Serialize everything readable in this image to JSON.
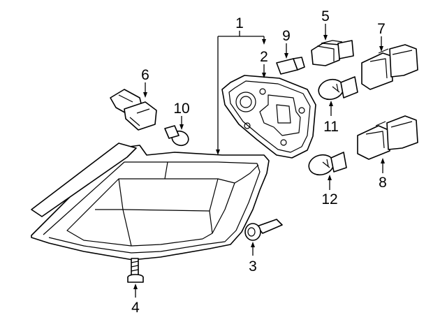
{
  "diagram": {
    "callouts": [
      {
        "id": "1",
        "label": "1"
      },
      {
        "id": "2",
        "label": "2"
      },
      {
        "id": "3",
        "label": "3"
      },
      {
        "id": "4",
        "label": "4"
      },
      {
        "id": "5",
        "label": "5"
      },
      {
        "id": "6",
        "label": "6"
      },
      {
        "id": "7",
        "label": "7"
      },
      {
        "id": "8",
        "label": "8"
      },
      {
        "id": "9",
        "label": "9"
      },
      {
        "id": "10",
        "label": "10"
      },
      {
        "id": "11",
        "label": "11"
      },
      {
        "id": "12",
        "label": "12"
      }
    ],
    "colors": {
      "line": "#000000",
      "background": "#ffffff"
    }
  }
}
